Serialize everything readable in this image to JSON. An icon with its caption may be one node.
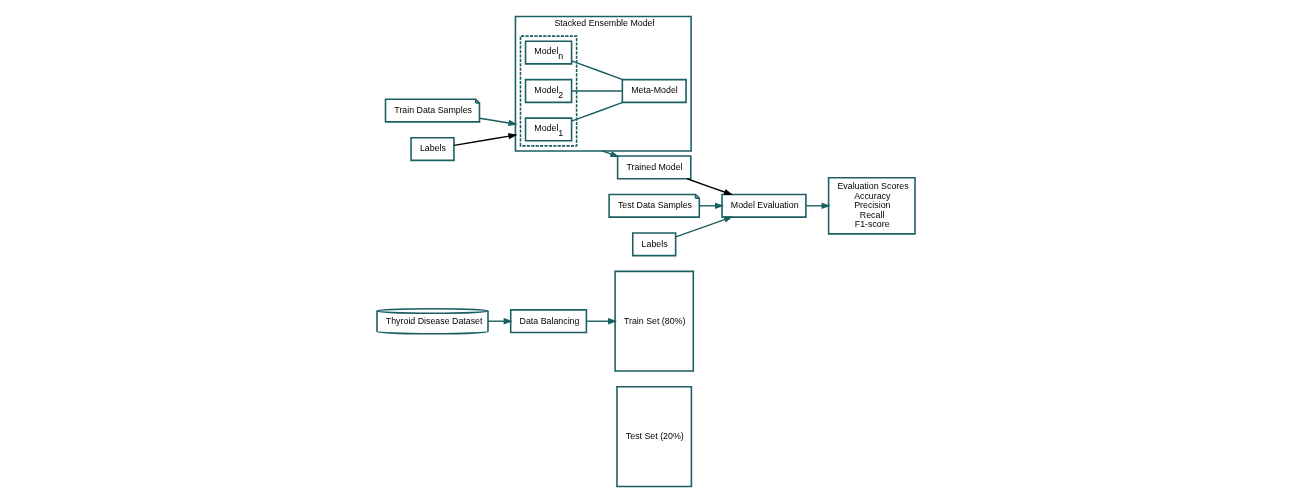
{
  "diagram": {
    "nodes": [
      {
        "text": [
          "Thyroid Disease Dataset"
        ]
      },
      {
        "text": [
          "Data Balancing"
        ]
      },
      {
        "text": [
          "Train Set (80%)"
        ]
      },
      {
        "text": [
          "Test Set (20%)"
        ]
      },
      {
        "text": [
          "Train Data Samples"
        ]
      },
      {
        "text": [
          "Labels"
        ]
      },
      {
        "text": [
          "Stacked Ensemble Model"
        ]
      },
      {
        "text": [],
        "shape": "box",
        "in": 6
      },
      {
        "text": [
          "Model$_{1}$"
        ],
        "in": 7
      },
      {
        "text": [
          "Model$_{2}$"
        ],
        "in": 7
      },
      {
        "text": [
          "Model$_{n}$"
        ],
        "in": 7
      },
      {
        "text": [
          "Meta-Model"
        ],
        "in": 6
      },
      {
        "text": [
          "Trained Model"
        ]
      },
      {
        "text": [
          "Model Evaluation"
        ]
      },
      {
        "text": [
          "Test Data Samples"
        ]
      },
      {
        "text": [
          "Labels"
        ]
      },
      {
        "text": [
          "Evaluation Scores",
          "Accuracy",
          "Precision",
          "Recall",
          "F1-score"
        ]
      }
    ],
    "edges": [
      {
        "from": 0,
        "to": 1,
        "arrow": "to"
      },
      {
        "from": 1,
        "to": 2,
        "arrow": "to"
      },
      {
        "from": 4,
        "to": 6,
        "arrow": "to"
      },
      {
        "from": 5,
        "to": 6,
        "arrow": "to",
        "color": "#000000"
      },
      {
        "from": 8,
        "to": 11,
        "arrow": "none"
      },
      {
        "from": 9,
        "to": 11,
        "arrow": "none"
      },
      {
        "from": 10,
        "to": 11,
        "arrow": "none"
      },
      {
        "from": 6,
        "to": 12,
        "arrow": "to"
      },
      {
        "from": 12,
        "to": 13,
        "arrow": "to",
        "color": "#000000"
      },
      {
        "from": 14,
        "to": 13,
        "arrow": "to"
      },
      {
        "from": 15,
        "to": 13,
        "arrow": "to"
      },
      {
        "from": 13,
        "to": 16,
        "arrow": "to"
      }
    ]
  }
}
